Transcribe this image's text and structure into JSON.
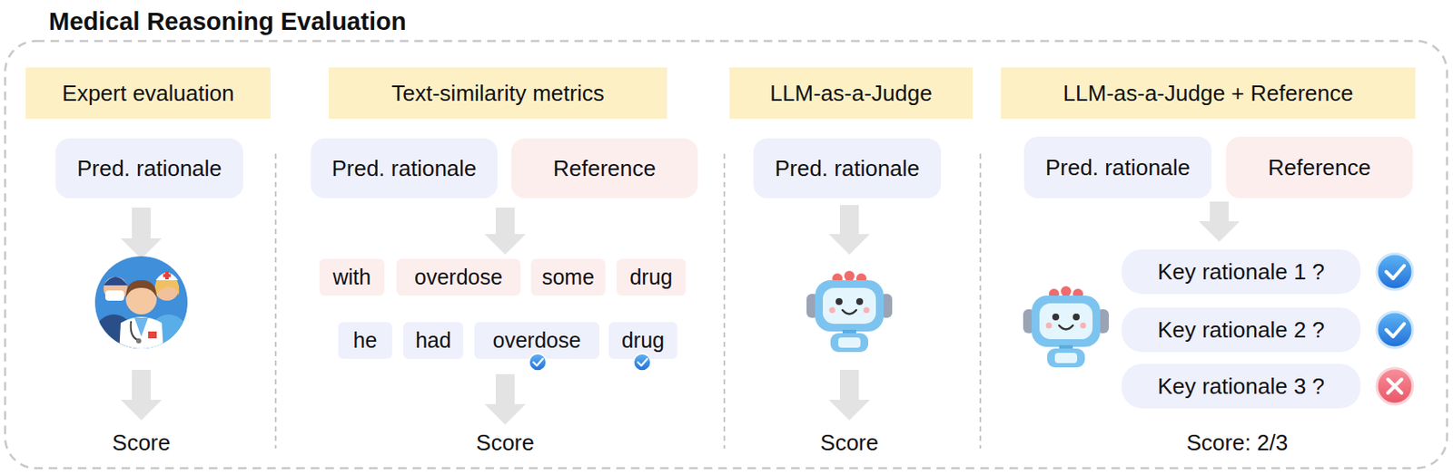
{
  "diagram": {
    "title": "Medical Reasoning Evaluation",
    "nodes": [
      {
        "text": [
          "Expert evaluation"
        ]
      },
      {
        "text": [
          "Pred. rationale"
        ]
      },
      {
        "text": [
          "Text-similarity metrics"
        ]
      },
      {
        "text": [
          "Pred. rationale"
        ]
      },
      {
        "text": [
          "Reference"
        ]
      },
      {
        "text": [
          "with"
        ]
      },
      {
        "text": [
          "overdose"
        ]
      },
      {
        "text": [
          "some"
        ]
      },
      {
        "text": [
          "drug"
        ]
      },
      {
        "text": [
          "he"
        ]
      },
      {
        "text": [
          "had"
        ]
      },
      {
        "text": [
          "overdose"
        ]
      },
      {
        "text": [
          "drug"
        ]
      },
      {
        "text": [
          "LLM-as-a-Judge"
        ]
      },
      {
        "text": [
          "Pred. rationale"
        ]
      },
      {
        "text": [
          "LLM-as-a-Judge + Reference"
        ]
      },
      {
        "text": [
          "Pred. rationale"
        ]
      },
      {
        "text": [
          "Reference"
        ]
      },
      {
        "text": [
          "Key rationale 1 ?"
        ]
      },
      {
        "text": [
          "Key rationale 2 ?"
        ]
      },
      {
        "text": [
          "Key rationale 3 ?"
        ]
      }
    ],
    "labels": [
      "Score",
      "Score",
      "Score",
      "Score: 2/3"
    ]
  }
}
